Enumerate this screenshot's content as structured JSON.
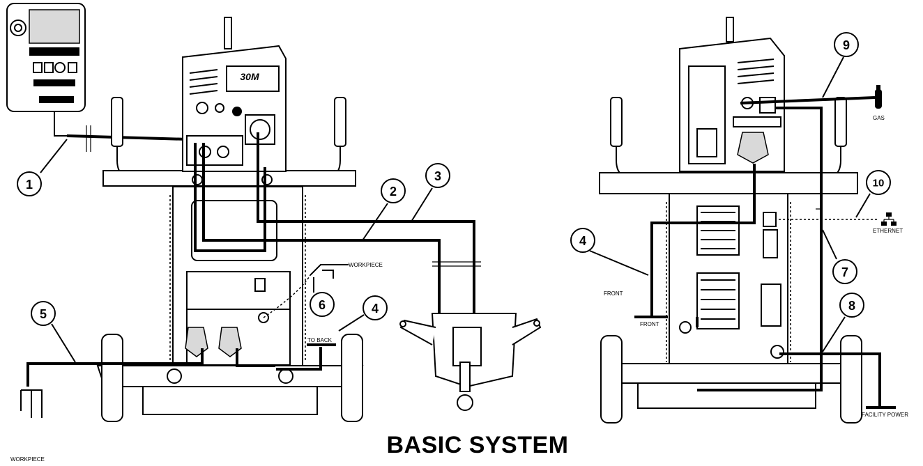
{
  "title": "BASIC SYSTEM",
  "callouts": [
    "1",
    "2",
    "3",
    "4",
    "5",
    "6",
    "4",
    "7",
    "8",
    "9",
    "10"
  ],
  "labels": {
    "workpiece_top": "WORKPIECE",
    "workpiece_bottom": "WORKPIECE",
    "to_back": "TO BACK",
    "front_1": "FRONT",
    "front_2": "FRONT",
    "gas": "GAS",
    "ethernet": "ETHERNET",
    "facility_power": "FACILITY POWER"
  },
  "unit_badge": "30M"
}
